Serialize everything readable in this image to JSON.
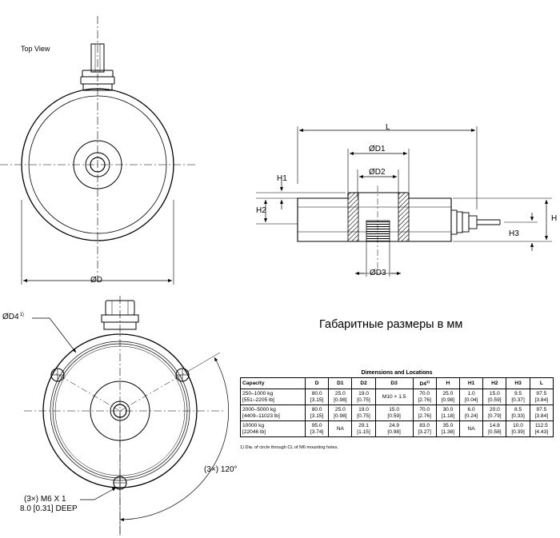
{
  "labels": {
    "top_view": "Top View",
    "od": "ØD",
    "od4": "ØD4",
    "od4_sup": "1)",
    "l": "L",
    "od1": "ØD1",
    "od2": "ØD2",
    "od3": "ØD3",
    "h": "H",
    "h1": "H1",
    "h2": "H2",
    "h3": "H3",
    "angle": "(3×) 120°",
    "hole_line1": "(3×) M6 X 1",
    "hole_line2": "8.0 [0.31] DEEP",
    "caption": "Габаритные размеры в мм"
  },
  "table": {
    "title": "Dimensions and Locations",
    "headers": [
      "Capacity",
      "D",
      "D1",
      "D2",
      "D3",
      "D4",
      "H",
      "H1",
      "H2",
      "H3",
      "L"
    ],
    "header_d4_sup": "1)",
    "rows": [
      {
        "capacity": [
          "250–1000 kg",
          "[551–2205 lb]"
        ],
        "d": [
          "80.0",
          "[3.15]"
        ],
        "d1": [
          "25.0",
          "[0.98]"
        ],
        "d2": [
          "19.0",
          "[0.75]"
        ],
        "d3": [
          "M10 × 1.5",
          ""
        ],
        "d4": [
          "70.0",
          "[2.76]"
        ],
        "h": [
          "25.0",
          "[0.98]"
        ],
        "h1": [
          "1.0",
          "[0.04]"
        ],
        "h2": [
          "15.0",
          "[0.59]"
        ],
        "h3": [
          "9.5",
          "[0.37]"
        ],
        "l": [
          "97.5",
          "[3.84]"
        ]
      },
      {
        "capacity": [
          "2000–5000 kg",
          "[4409–11023 lb]"
        ],
        "d": [
          "80.0",
          "[3.15]"
        ],
        "d1": [
          "25.0",
          "[0.98]"
        ],
        "d2": [
          "19.0",
          "[0.75]"
        ],
        "d3": [
          "15.0",
          "[0.59]"
        ],
        "d4": [
          "70.0",
          "[2.76]"
        ],
        "h": [
          "30.0",
          "[1.18]"
        ],
        "h1": [
          "6.0",
          "[0.24]"
        ],
        "h2": [
          "20.0",
          "[0.79]"
        ],
        "h3": [
          "8.5",
          "[0.33]"
        ],
        "l": [
          "97.5",
          "[3.84]"
        ]
      },
      {
        "capacity": [
          "10000 kg",
          "[22046 lb]"
        ],
        "d": [
          "95.0",
          "[3.74]"
        ],
        "d1": [
          "NA",
          ""
        ],
        "d2": [
          "29.1",
          "[1.15]"
        ],
        "d3": [
          "24.9",
          "[0.98]"
        ],
        "d4": [
          "83.0",
          "[3.27]"
        ],
        "h": [
          "35.0",
          "[1.38]"
        ],
        "h1": [
          "NA",
          ""
        ],
        "h2": [
          "14.8",
          "[0.58]"
        ],
        "h3": [
          "10.0",
          "[0.39]"
        ],
        "l": [
          "112.5",
          "[4.43]"
        ]
      }
    ],
    "footnote": "1) Dia. of circle through CL of M6 mounting holes."
  }
}
